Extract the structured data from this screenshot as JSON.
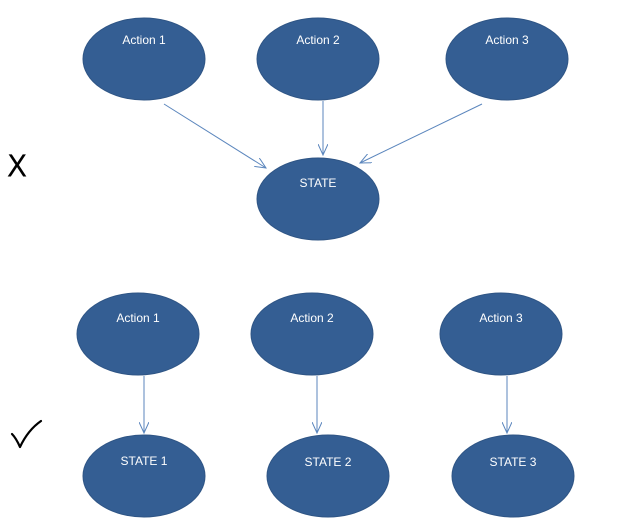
{
  "diagram": {
    "wrong": {
      "mark": "X",
      "actions": [
        "Action 1",
        "Action 2",
        "Action 3"
      ],
      "state": "STATE"
    },
    "right": {
      "mark_icon": "checkmark-icon",
      "actions": [
        "Action 1",
        "Action 2",
        "Action 3"
      ],
      "states": [
        "STATE 1",
        "STATE 2",
        "STATE 3"
      ]
    }
  },
  "colors": {
    "node_fill": "#345e93",
    "edge": "#5b86bd",
    "label": "#ffffff"
  }
}
